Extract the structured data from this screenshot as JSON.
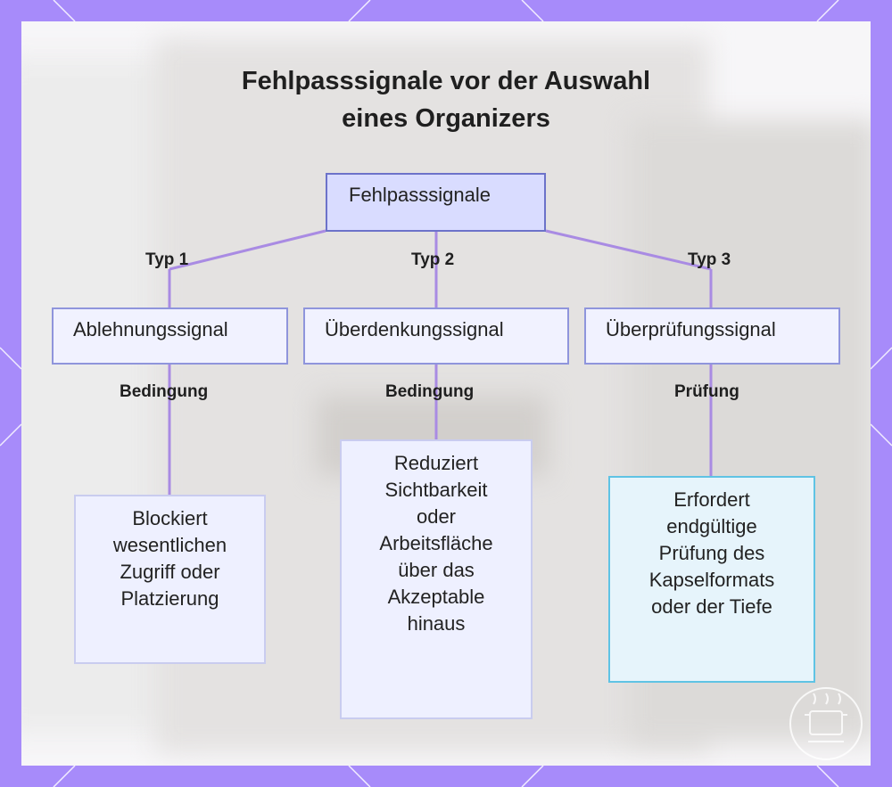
{
  "title": {
    "line1": "Fehlpasssignale vor der Auswahl",
    "line2": "eines Organizers"
  },
  "root": {
    "label": "Fehlpasssignale"
  },
  "branches": [
    {
      "edge_label": "Typ 1",
      "node_label": "Ablehnungssignal",
      "relation_label": "Bedingung",
      "leaf_lines": [
        "Blockiert",
        "wesentlichen",
        "Zugriff oder",
        "Platzierung"
      ]
    },
    {
      "edge_label": "Typ 2",
      "node_label": "Überdenkungssignal",
      "relation_label": "Bedingung",
      "leaf_lines": [
        "Reduziert",
        "Sichtbarkeit",
        "oder",
        "Arbeitsfläche",
        "über das",
        "Akzeptable",
        "hinaus"
      ]
    },
    {
      "edge_label": "Typ 3",
      "node_label": "Überprüfungssignal",
      "relation_label": "Prüfung",
      "leaf_lines": [
        "Erfordert",
        "endgültige",
        "Prüfung des",
        "Kapselformats",
        "oder der Tiefe"
      ]
    }
  ],
  "colors": {
    "frame": "#a78bfa",
    "connector": "#a98be3",
    "node_border": "#8f95dc",
    "root_fill": "#d9dcff",
    "highlight_border": "#5fc3e4"
  },
  "icons": {
    "logo": "cooking-pot-icon"
  }
}
